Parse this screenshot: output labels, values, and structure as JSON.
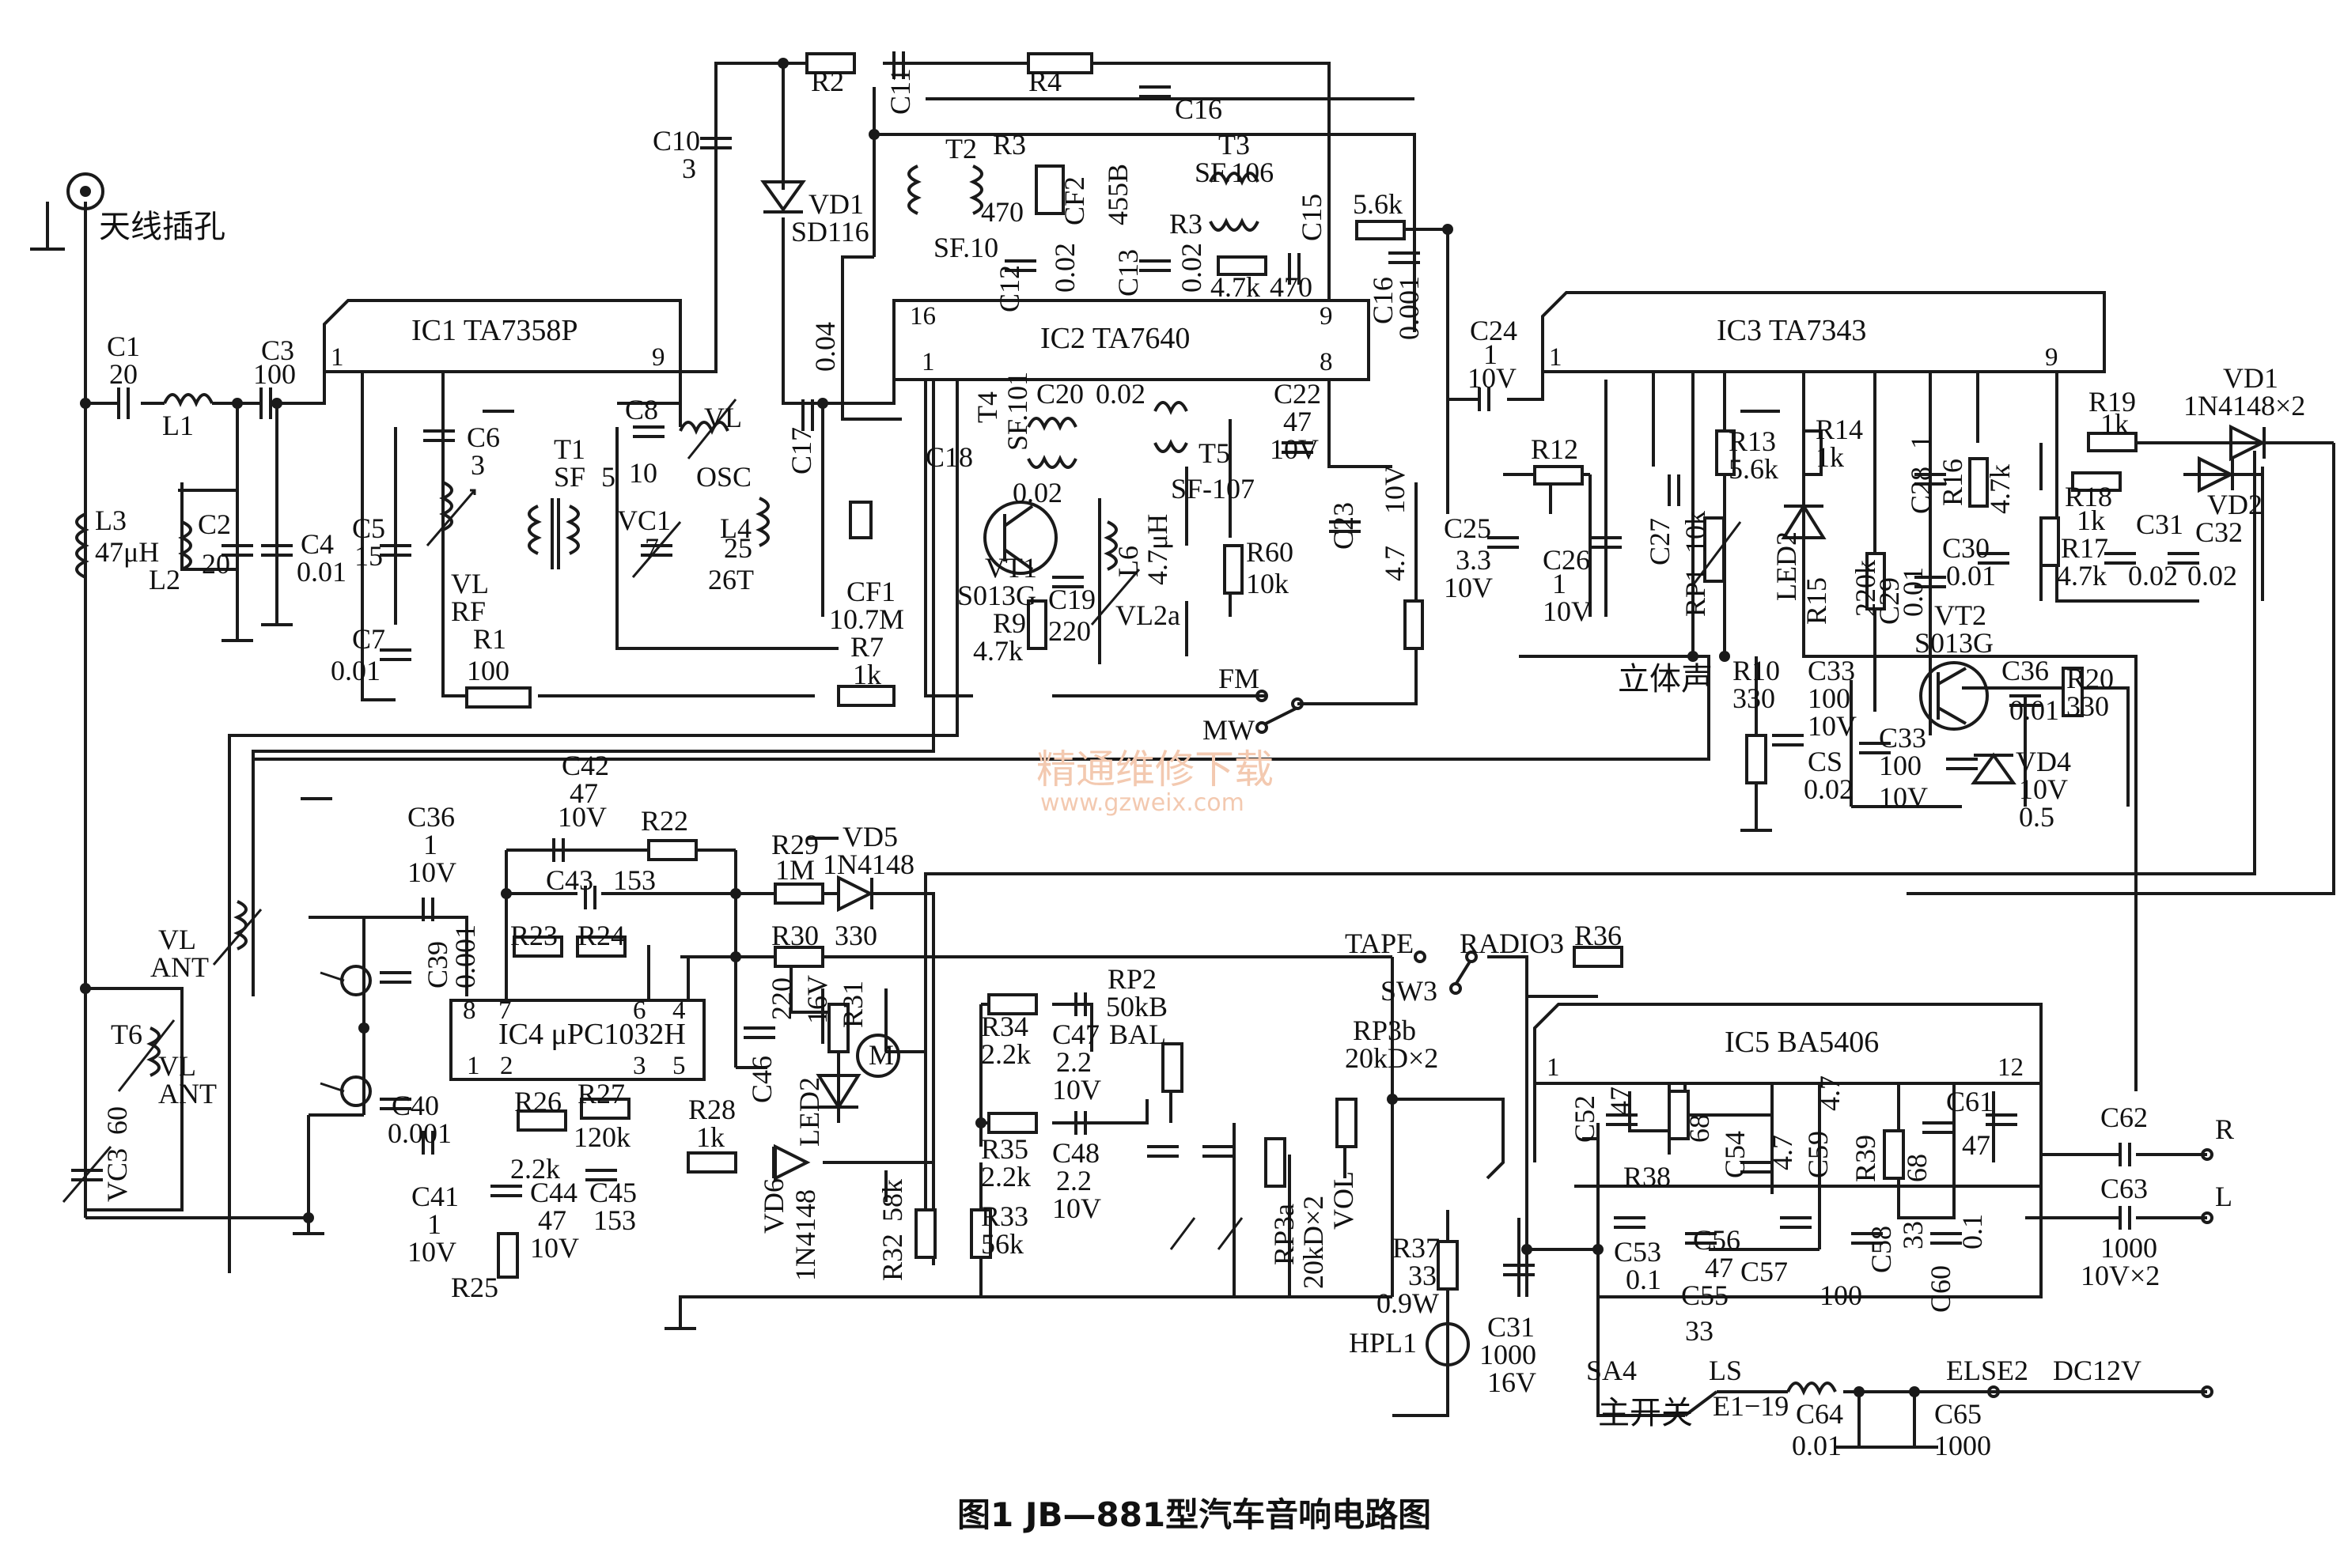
{
  "caption": "图1  JB—881型汽车音响电路图",
  "watermark": {
    "line1": "精通维修下载",
    "line2": "www.gzweix.com"
  },
  "ics": {
    "ic1": {
      "name": "IC1 TA7358P",
      "pin_left": "1",
      "pin_right": "9"
    },
    "ic2": {
      "name": "IC2 TA7640",
      "pin_tl": "16",
      "pin_tr": "9",
      "pin_bl": "1",
      "pin_br": "8"
    },
    "ic3": {
      "name": "IC3 TA7343",
      "pin_left": "1",
      "pin_right": "9"
    },
    "ic4": {
      "name": "IC4 μPC1032H",
      "pins_top": [
        "8",
        "7",
        "6",
        "4"
      ],
      "pins_bottom": [
        "1",
        "2",
        "3",
        "5"
      ]
    },
    "ic5": {
      "name": "IC5 BA5406",
      "pin_left": "1",
      "pin_right": "12"
    }
  },
  "labels": {
    "antenna": "天线插孔",
    "c1": "C1",
    "c1v": "20",
    "l1": "L1",
    "c3": "C3",
    "c3v": "100",
    "l3": "L3",
    "l3v": "47μH",
    "l2": "L2",
    "c2": "C2",
    "c2v": "20",
    "c4": "C4",
    "c4v": "0.01",
    "c5": "C5",
    "c5v": "15",
    "c7": "C7",
    "c7v": "0.01",
    "c6": "C6",
    "c6v": "3",
    "vl": "VL",
    "rf": "RF",
    "r1": "R1",
    "r1v": "100",
    "t1": "T1",
    "sf": "SF",
    "t1p": "5",
    "vc1": "VC1",
    "vc1v": "7",
    "c8": "C8",
    "c8v": "10",
    "osc": "OSC",
    "l4": "L4",
    "l4v": "25",
    "l4t": "26T",
    "c10": "C10",
    "c10v": "3",
    "r2": "R2",
    "c11": "C11",
    "r4": "R4",
    "c16a": "C16",
    "vd1": "VD1",
    "sd116": "SD116",
    "c17": "C17",
    "c17v": "0.04",
    "cf1": "CF1",
    "cf1v": "10.7M",
    "r7": "R7",
    "r7v": "1k",
    "t2": "T2",
    "r3a": "R3",
    "r3av": "470",
    "cf2": "CF2",
    "b455": "455B",
    "sf10": "SF.10",
    "c12": "C12",
    "c12v": "0.02",
    "c13": "C13",
    "r3b": "R3",
    "r3bv": "0.02",
    "t3": "T3",
    "sf106": "SF.106",
    "r47k": "4.7k",
    "c470": "470",
    "c15": "C15",
    "r56k": "5.6k",
    "c16b": "C16",
    "c16bv": "0.001",
    "t4": "T4",
    "sf101": "SF.101",
    "c20": "C20",
    "c20v": "0.02",
    "c22": "C22",
    "c22v": "47",
    "c22r": "10V",
    "c18": "C18",
    "c18v": "0.02",
    "t5": "T5",
    "sf107": "SF-107",
    "vt1": "VT1",
    "s013g": "S013G",
    "r9": "R9",
    "r9v": "4.7k",
    "c19": "C19",
    "c19v": "220",
    "l6": "L6",
    "l6v": "4.7μH",
    "vl2a": "VL2a",
    "r60": "R60",
    "r60v": "10k",
    "c23": "C23",
    "c23v": "4.7",
    "c23r": "10V",
    "fm": "FM",
    "mw": "MW",
    "c24": "C24",
    "c24v": "1",
    "c24r": "10V",
    "c25": "C25",
    "c25v": "3.3",
    "c25r": "10V",
    "r12": "R12",
    "c26": "C26",
    "c26v": "1",
    "c26r": "10V",
    "c27": "C27",
    "rp1": "RP1",
    "rp1v": "10k",
    "r13": "R13",
    "r13v": "5.6k",
    "r14": "R14",
    "r14v": "1k",
    "led2a": "LED2",
    "r15": "R15",
    "r15v": "220k",
    "c28": "C28",
    "c28v": "1",
    "r16": "R16",
    "r16v": "4.7k",
    "r19": "R19",
    "r19v": "1k",
    "vd1b": "VD1",
    "vd1bv": "1N4148×2",
    "r18": "R18",
    "r18v": "1k",
    "vd2": "VD2",
    "c29": "C29",
    "c29v": "0.01",
    "c30": "C30",
    "c30v": "0.01",
    "r17": "R17",
    "r17v": "4.7k",
    "c31a": "C31",
    "c31av": "0.02",
    "c32": "C32",
    "c32v": "0.02",
    "stereo": "立体声",
    "r10": "R10",
    "r10v": "330",
    "c33a": "C33",
    "c33av": "100",
    "c33ar": "10V",
    "vt2": "VT2",
    "vt2v": "S013G",
    "c36a": "C36",
    "c36av": "0.01",
    "r20": "R20",
    "r20v": "330",
    "cs": "CS",
    "csv": "0.02",
    "c33b": "C33",
    "c33bv": "100",
    "c33br": "10V",
    "vd4": "VD4",
    "vd4v": "10V",
    "vd4w": "0.5",
    "c42": "C42",
    "c42v": "47",
    "c42r": "10V",
    "r22": "R22",
    "c36": "C36",
    "c36v": "1",
    "c36r": "10V",
    "c43": "C43",
    "c43v": "153",
    "r29": "R29",
    "r29v": "1M",
    "vd5": "VD5",
    "vd5v": "1N4148",
    "r23": "R23",
    "r24": "R24",
    "r30": "R30",
    "r30v": "330",
    "tape": "TAPE",
    "radio3": "RADIO3",
    "r36": "R36",
    "vl_ant1": "VL",
    "ant1": "ANT",
    "c39": "C39",
    "c39v": "0.001",
    "c46": "C46",
    "c46v": "220",
    "c46r": "16V",
    "r31": "R31",
    "led2b": "LED2",
    "motor": "M",
    "sw3": "SW3",
    "r34": "R34",
    "r34v": "2.2k",
    "c47": "C47",
    "c47v": "2.2",
    "c47r": "10V",
    "rp2": "RP2",
    "rp2v": "50kB",
    "bal": "BAL",
    "rp3b": "RP3b",
    "rp3bv": "20kD×2",
    "c52": "C52",
    "c52v": "47",
    "r38": "R38",
    "c54": "C54",
    "c54v": "4.7",
    "c59": "C59",
    "c59v": "4.7",
    "r39": "R39",
    "r39v": "68",
    "c61": "C61",
    "c61v": "47",
    "c62": "C62",
    "r_out": "R",
    "l_out": "L",
    "c63": "C63",
    "c63v": "1000",
    "c63r": "10V×2",
    "t6": "T6",
    "vl_ant2": "VL",
    "ant2": "ANT",
    "vc3": "VC3",
    "vc3v": "60",
    "c40": "C40",
    "c40v": "0.001",
    "r26": "R26",
    "r26v": "2.2k",
    "r27": "R27",
    "r27v": "120k",
    "r28": "R28",
    "r28v": "1k",
    "c41": "C41",
    "c41v": "1",
    "c41r": "10V",
    "c44": "C44",
    "c44v": "47",
    "c44r": "10V",
    "c45": "C45",
    "c45v": "153",
    "r25": "R25",
    "vd6": "VD6",
    "vd6v": "1N4148",
    "r32": "R32",
    "r32v": "58k",
    "r35": "R35",
    "r35v": "2.2k",
    "c48": "C48",
    "c48v": "2.2",
    "c48r": "10V",
    "r33": "R33",
    "r33v": "56k",
    "rp3a": "RP3a",
    "rp3av": "20kD×2",
    "vol": "VOL",
    "r37": "R37",
    "r37v": "33",
    "r37w": "0.9W",
    "hpl1": "HPL1",
    "c31": "C31",
    "c31v": "1000",
    "c31r": "16V",
    "c53": "C53",
    "c53v": "0.1",
    "c56": "C56",
    "c56v": "47",
    "c55": "C55",
    "c55v": "33",
    "c57": "C57",
    "c57v": "100",
    "c58": "C58",
    "c58v": "33",
    "c60": "C60",
    "c60v": "0.1",
    "r68": "68",
    "sa4": "SA4",
    "main_switch": "主开关",
    "ls": "LS",
    "e119": "E1−19",
    "c64": "C64",
    "c64v": "0.01",
    "c65": "C65",
    "c65v": "1000",
    "else2": "ELSE2",
    "dc12v": "DC12V"
  }
}
